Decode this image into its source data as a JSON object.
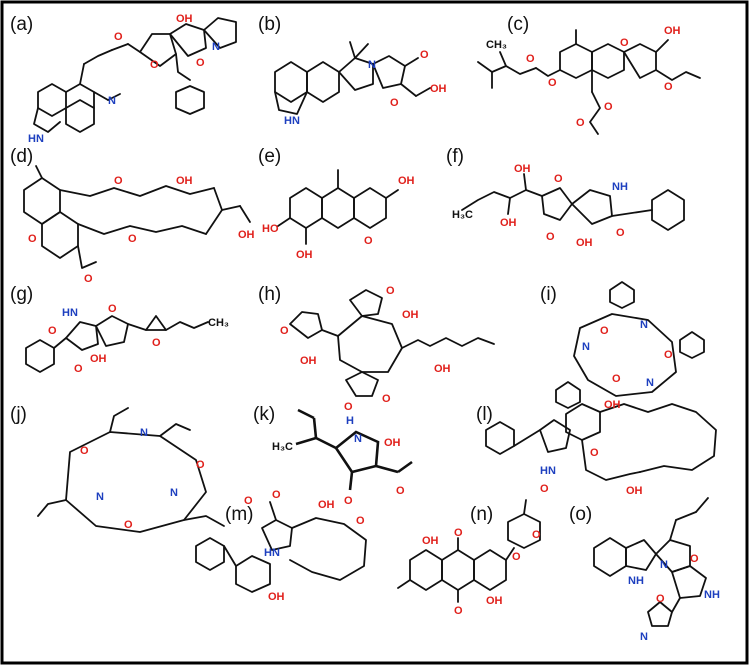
{
  "panels": [
    {
      "id": "a",
      "label": "(a)"
    },
    {
      "id": "b",
      "label": "(b)"
    },
    {
      "id": "c",
      "label": "(c)"
    },
    {
      "id": "d",
      "label": "(d)"
    },
    {
      "id": "e",
      "label": "(e)"
    },
    {
      "id": "f",
      "label": "(f)"
    },
    {
      "id": "g",
      "label": "(g)"
    },
    {
      "id": "h",
      "label": "(h)"
    },
    {
      "id": "i",
      "label": "(i)"
    },
    {
      "id": "j",
      "label": "(j)"
    },
    {
      "id": "k",
      "label": "(k)"
    },
    {
      "id": "l",
      "label": "(l)"
    },
    {
      "id": "m",
      "label": "(m)"
    },
    {
      "id": "n",
      "label": "(n)"
    },
    {
      "id": "o",
      "label": "(o)"
    }
  ],
  "colors": {
    "border": "#000000",
    "bond": "#111111",
    "oxygen": "#e0201b",
    "nitrogen": "#1d3fbf"
  }
}
